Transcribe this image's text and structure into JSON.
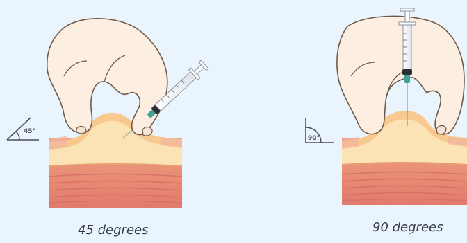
{
  "panels": [
    {
      "angle_label": "45°",
      "caption": "45 degrees"
    },
    {
      "angle_label": "90°",
      "caption": "90 degrees"
    }
  ],
  "colors": {
    "background": "#e9f4fc",
    "skin_top": "#f7d49a",
    "fat_layer": "#fbe3b6",
    "muscle": "#e8907a",
    "hand": "#fcefe2",
    "hand_outline": "#6f5a4a",
    "needle_hub": "#3fa39a",
    "plunger": "#2c2f35"
  },
  "icons": [
    "angle-45-icon",
    "angle-90-icon",
    "syringe-icon",
    "hand-icon",
    "skin-block-icon"
  ]
}
